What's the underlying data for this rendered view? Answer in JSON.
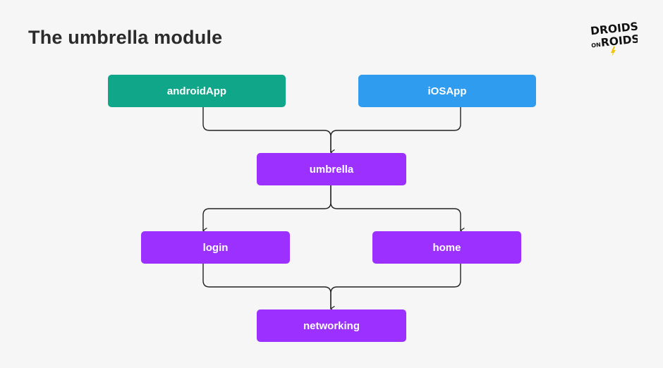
{
  "title": "The umbrella module",
  "logo": {
    "line1": "DROIDS",
    "line2_small": "ON",
    "line2": "ROIDS",
    "bolt_color": "#f5c400"
  },
  "colors": {
    "android": "#10a68a",
    "ios": "#2f9cf0",
    "module": "#9b30ff",
    "connector": "#222222",
    "background": "#f6f6f6"
  },
  "nodes": {
    "androidApp": "androidApp",
    "iosApp": "iOSApp",
    "umbrella": "umbrella",
    "login": "login",
    "home": "home",
    "networking": "networking"
  }
}
